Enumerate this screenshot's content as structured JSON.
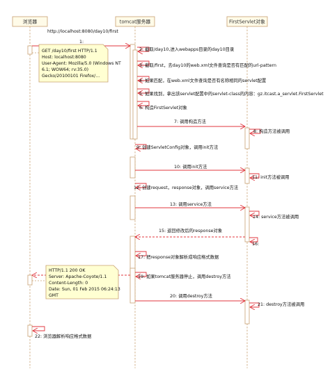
{
  "participants": {
    "browser": "浏览器",
    "tomcat": "tomcat服务器",
    "servlet": "FirstServlet对象"
  },
  "url": "http://localhost:8080/day10/first",
  "request_note": [
    "GET /day10/first HTTP/1.1",
    "Host: localhost:8080",
    "User-Agent: Mozilla/5.0 (Windows NT",
    "6.1; WOW64; rv:35.0)",
    "Gecko/20100101 Firefox/..."
  ],
  "response_note": [
    "HTTP/1.1 200 OK",
    "Server: Apache-Coyote/1.1",
    "Content-Length: 0",
    "Date: Sun, 01 Feb 2015 06:24:13",
    "GMT"
  ],
  "messages": [
    "1:",
    "2: 截取/day10,进入webapps目录的day10目录",
    "3: 截取/first，去day10的web.xml文件查询是否有匹配的url-pattern",
    "4: 如果匹配，在web.xml文件查询是否有名称相同的servlet配置",
    "5: 如果找到，拿出该servlet配置中的servlet-class的内容：gz.itcast.a_servlet.FirstServlet",
    "6: 构造FirstServlet对象",
    "7: 调用构造方法",
    "8: 构造方法被调用",
    "9: 创建ServletConfig对象，调用init方法",
    "10: 调用init方法",
    "11: init方法被调用",
    "12: 创建request，response对象，调用service方法",
    "13: 调用service方法",
    "14: service方法被调用",
    "15: 返回修改后的response对象",
    "16:",
    "17: 把response对象解析成响应格式数据",
    "19: 如果tomcat服务器停止，调用destroy方法",
    "20: 调用destroy方法",
    "21: destroy方法被调用",
    "22: 浏览器解析响应格式数据"
  ]
}
